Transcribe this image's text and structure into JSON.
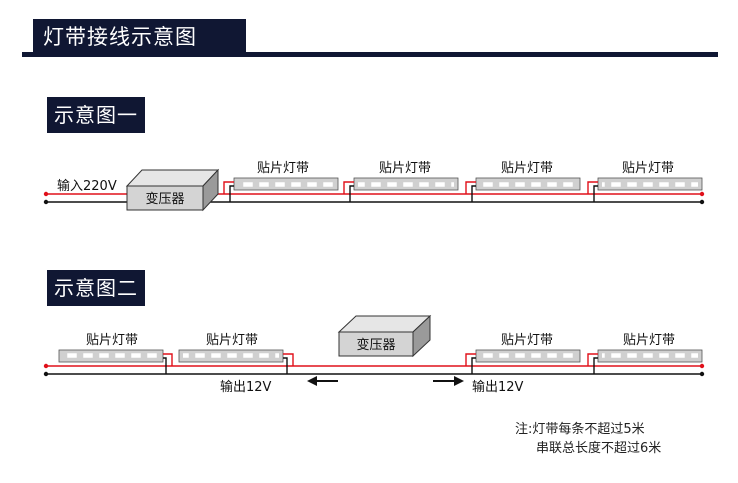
{
  "header": {
    "title": "灯带接线示意图"
  },
  "diagram1": {
    "label": "示意图一",
    "input_label": "输入220V",
    "transformer_label": "变压器",
    "strips": [
      "贴片灯带",
      "贴片灯带",
      "贴片灯带",
      "贴片灯带"
    ]
  },
  "diagram2": {
    "label": "示意图二",
    "transformer_label": "变压器",
    "strips": [
      "贴片灯带",
      "贴片灯带",
      "贴片灯带",
      "贴片灯带"
    ],
    "output_left": "输出12V",
    "output_right": "输出12V"
  },
  "note": {
    "line1": "注:灯带每条不超过5米",
    "line2": "串联总长度不超过6米"
  },
  "colors": {
    "dark_navy": "#101733",
    "wire_red": "#e0101a",
    "wire_black": "#111111"
  }
}
